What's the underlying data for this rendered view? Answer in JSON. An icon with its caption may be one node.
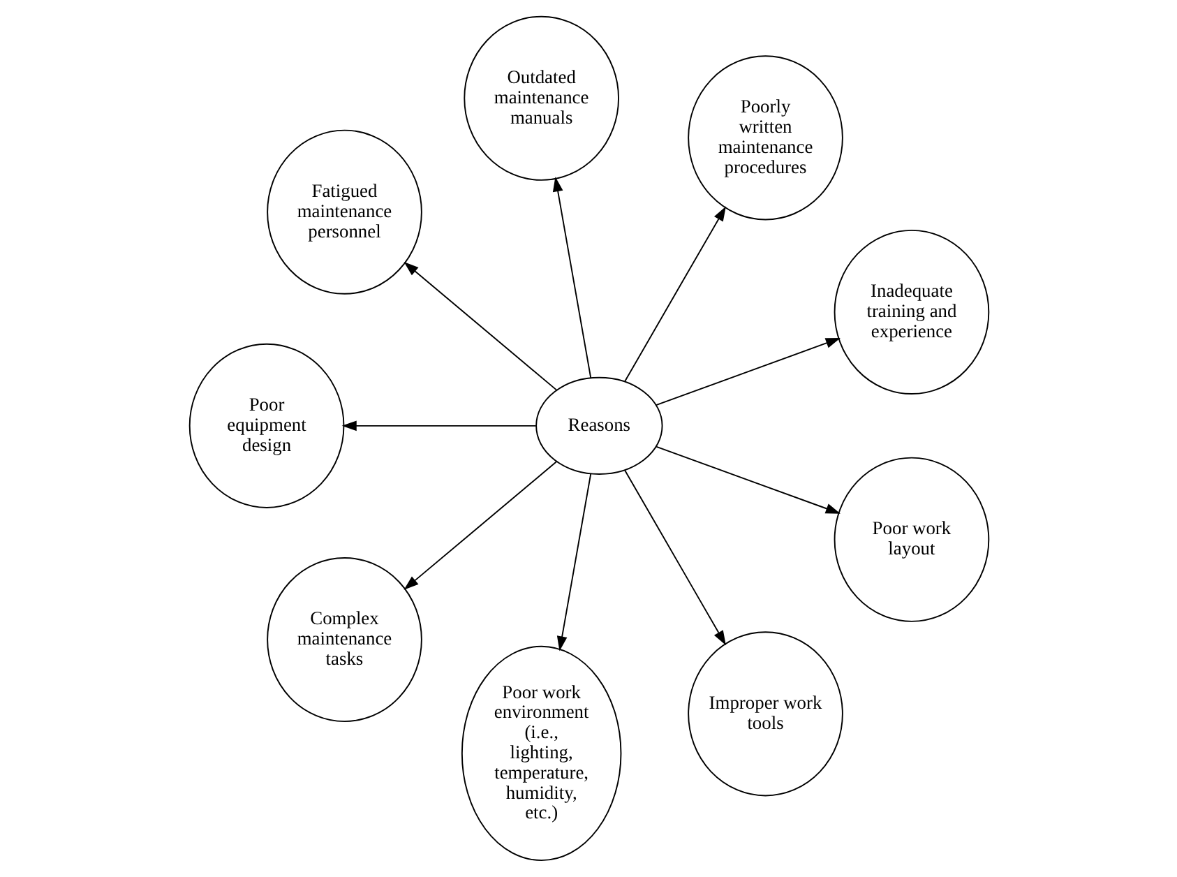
{
  "diagram": {
    "nodes": [
      {
        "text": [
          "Reasons"
        ]
      },
      {
        "text": [
          "Inadequate training and experience"
        ]
      },
      {
        "text": [
          "Poorly written maintenance procedures"
        ]
      },
      {
        "text": [
          "Outdated maintenance manuals"
        ]
      },
      {
        "text": [
          "Fatigued maintenance personnel"
        ]
      },
      {
        "text": [
          "Poor equipment design"
        ]
      },
      {
        "text": [
          "Complex maintenance tasks"
        ]
      },
      {
        "text": [
          "Poor work environment (i.e., lighting, temperature, humidity, etc.)"
        ]
      },
      {
        "text": [
          "Improper work tools"
        ]
      },
      {
        "text": [
          "Poor work layout"
        ]
      }
    ],
    "edges": [
      {
        "from": 0,
        "to": 1,
        "arrow": "to"
      },
      {
        "from": 0,
        "to": 2,
        "arrow": "to"
      },
      {
        "from": 0,
        "to": 3,
        "arrow": "to"
      },
      {
        "from": 0,
        "to": 4,
        "arrow": "to"
      },
      {
        "from": 0,
        "to": 5,
        "arrow": "to"
      },
      {
        "from": 0,
        "to": 6,
        "arrow": "to"
      },
      {
        "from": 0,
        "to": 7,
        "arrow": "to"
      },
      {
        "from": 0,
        "to": 8,
        "arrow": "to"
      },
      {
        "from": 0,
        "to": 9,
        "arrow": "to"
      }
    ]
  }
}
